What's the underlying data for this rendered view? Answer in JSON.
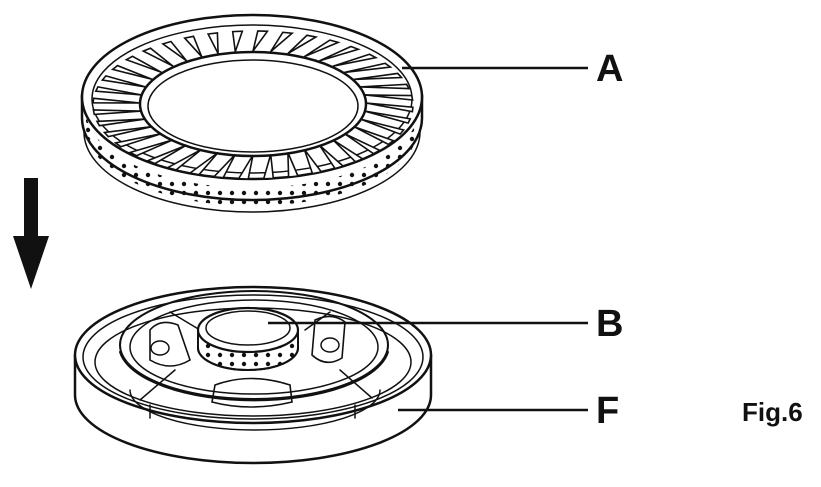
{
  "figure": {
    "caption": "Fig.6",
    "callouts": [
      {
        "id": "A",
        "label": "A"
      },
      {
        "id": "B",
        "label": "B"
      },
      {
        "id": "F",
        "label": "F"
      }
    ],
    "colors": {
      "line": "#111111",
      "background": "#ffffff"
    },
    "icons": [
      "down-arrow-icon"
    ]
  }
}
